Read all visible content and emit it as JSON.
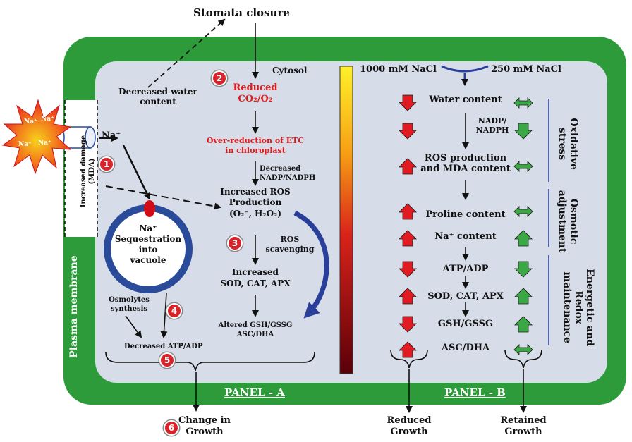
{
  "top": {
    "stomata_closure": "Stomata closure"
  },
  "cytosol_label": "Cytosol",
  "plasma_membrane_label": "Plasma membrane",
  "increased_damage_label": "Increased damage (MDA)",
  "na_star": {
    "ions": [
      "Na⁺",
      "Na⁺",
      "Na⁺",
      "Na⁺"
    ]
  },
  "panel_a": {
    "label": "PANEL - A",
    "na_ion": "Na⁺",
    "decreased_water": "Decreased water content",
    "reduced_co2_line1": "Reduced",
    "reduced_co2_line2": "CO₂/O₂",
    "over_reduction_line1": "Over-reduction of ETC",
    "over_reduction_line2": "in chloroplast",
    "decreased_nadp_line1": "Decreased",
    "decreased_nadp_line2": "NADP/NADPH",
    "increased_ros_line1": "Increased ROS",
    "increased_ros_line2": "Production",
    "increased_ros_line3": "(O₂⁻, H₂O₂)",
    "ros_scavenging_line1": "ROS",
    "ros_scavenging_line2": "scavenging",
    "increased_enzymes_line1": "Increased",
    "increased_enzymes_line2": "SOD, CAT, APX",
    "altered_line1": "Altered GSH/GSSG",
    "altered_line2": "ASC/DHA",
    "vacuole_line1": "Na⁺",
    "vacuole_line2": "Sequestration",
    "vacuole_line3": "into",
    "vacuole_line4": "vacuole",
    "osmolytes_line1": "Osmolytes",
    "osmolytes_line2": "synthesis",
    "decreased_atp": "Decreased ATP/ADP",
    "badges": [
      "1",
      "2",
      "3",
      "4",
      "5",
      "6"
    ]
  },
  "panel_b": {
    "label": "PANEL - B",
    "conc_high": "1000 mM NaCl",
    "conc_low": "250 mM NaCl",
    "rows": [
      {
        "label": "Water content",
        "high": "down",
        "low": "both"
      },
      {
        "label": "NADP/ NADPH",
        "high": "down",
        "low": "down"
      },
      {
        "label": "ROS production and MDA content",
        "high": "up",
        "low": "both"
      },
      {
        "label": "Proline content",
        "high": "up",
        "low": "both"
      },
      {
        "label": "Na⁺ content",
        "high": "up",
        "low": "up"
      },
      {
        "label": "ATP/ADP",
        "high": "down",
        "low": "down"
      },
      {
        "label": "SOD, CAT, APX",
        "high": "up",
        "low": "up"
      },
      {
        "label": "GSH/GSSG",
        "high": "down",
        "low": "up"
      },
      {
        "label": "ASC/DHA",
        "high": "up",
        "low": "both"
      }
    ],
    "side_groups": [
      {
        "label": "Oxidative stress"
      },
      {
        "label": "Osmotic adjustment"
      },
      {
        "label": "Energetic and Redox maintenance"
      }
    ]
  },
  "outcomes": {
    "change_line1": "Change in",
    "change_line2": "Growth",
    "reduced_line1": "Reduced",
    "reduced_line2": "Growth",
    "retained_line1": "Retained",
    "retained_line2": "Growth"
  },
  "colors": {
    "membrane_green": "#2d9b3a",
    "cell_fill": "#d6dce8",
    "arrow_red": "#e11b22",
    "arrow_green": "#3aa845",
    "vacuole_ring": "#2a4a9a",
    "curve_arrow": "#2a3f9a"
  }
}
